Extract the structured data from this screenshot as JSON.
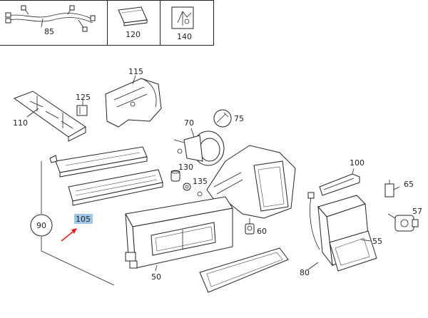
{
  "header_parts": [
    {
      "label": "85"
    },
    {
      "label": "120"
    },
    {
      "label": "140"
    }
  ],
  "parts": {
    "p115": "115",
    "p125": "125",
    "p110": "110",
    "p70": "70",
    "p75": "75",
    "p130": "130",
    "p135": "135",
    "p100": "100",
    "p65": "65",
    "p57": "57",
    "p90": "90",
    "p105": "105",
    "p60": "60",
    "p55": "55",
    "p50": "50",
    "p80": "80"
  },
  "highlight": {
    "color": "#9ec6e6",
    "arrow_color": "#e02020"
  }
}
